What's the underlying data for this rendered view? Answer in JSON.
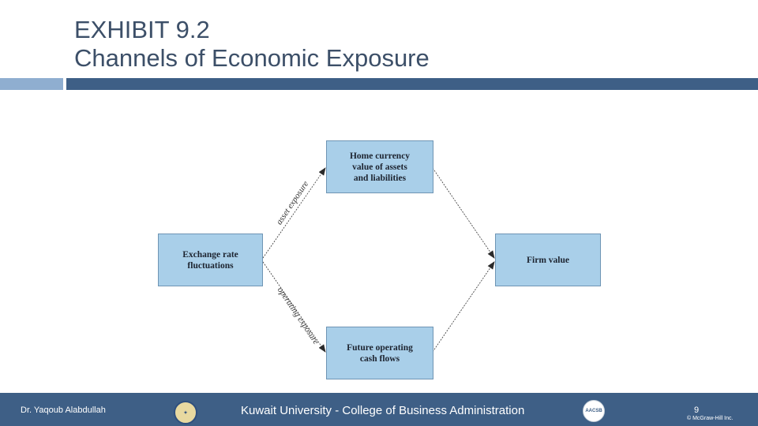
{
  "slide": {
    "title_line1": "EXHIBIT 9.2",
    "title_line2": "Channels of Economic Exposure"
  },
  "diagram": {
    "nodes": {
      "home_currency": "Home currency\nvalue of assets\nand liabilities",
      "exchange_rate": "Exchange rate\nfluctuations",
      "firm_value": "Firm value",
      "future_cash_flows": "Future operating\ncash flows"
    },
    "edge_labels": {
      "asset_exposure": "asset exposure",
      "operating_exposure": "operating exposure"
    }
  },
  "footer": {
    "author": "Dr. Yaqoub Alabdullah",
    "institution": "Kuwait University - College of Business Administration",
    "page_number": "9",
    "copyright": "© McGraw-Hill Inc.",
    "logo_right_text": "AACSB"
  },
  "colors": {
    "title": "#3c4f68",
    "bar_dark": "#3e5f86",
    "bar_light": "#8faed0",
    "box_fill": "#a9cfe9"
  }
}
